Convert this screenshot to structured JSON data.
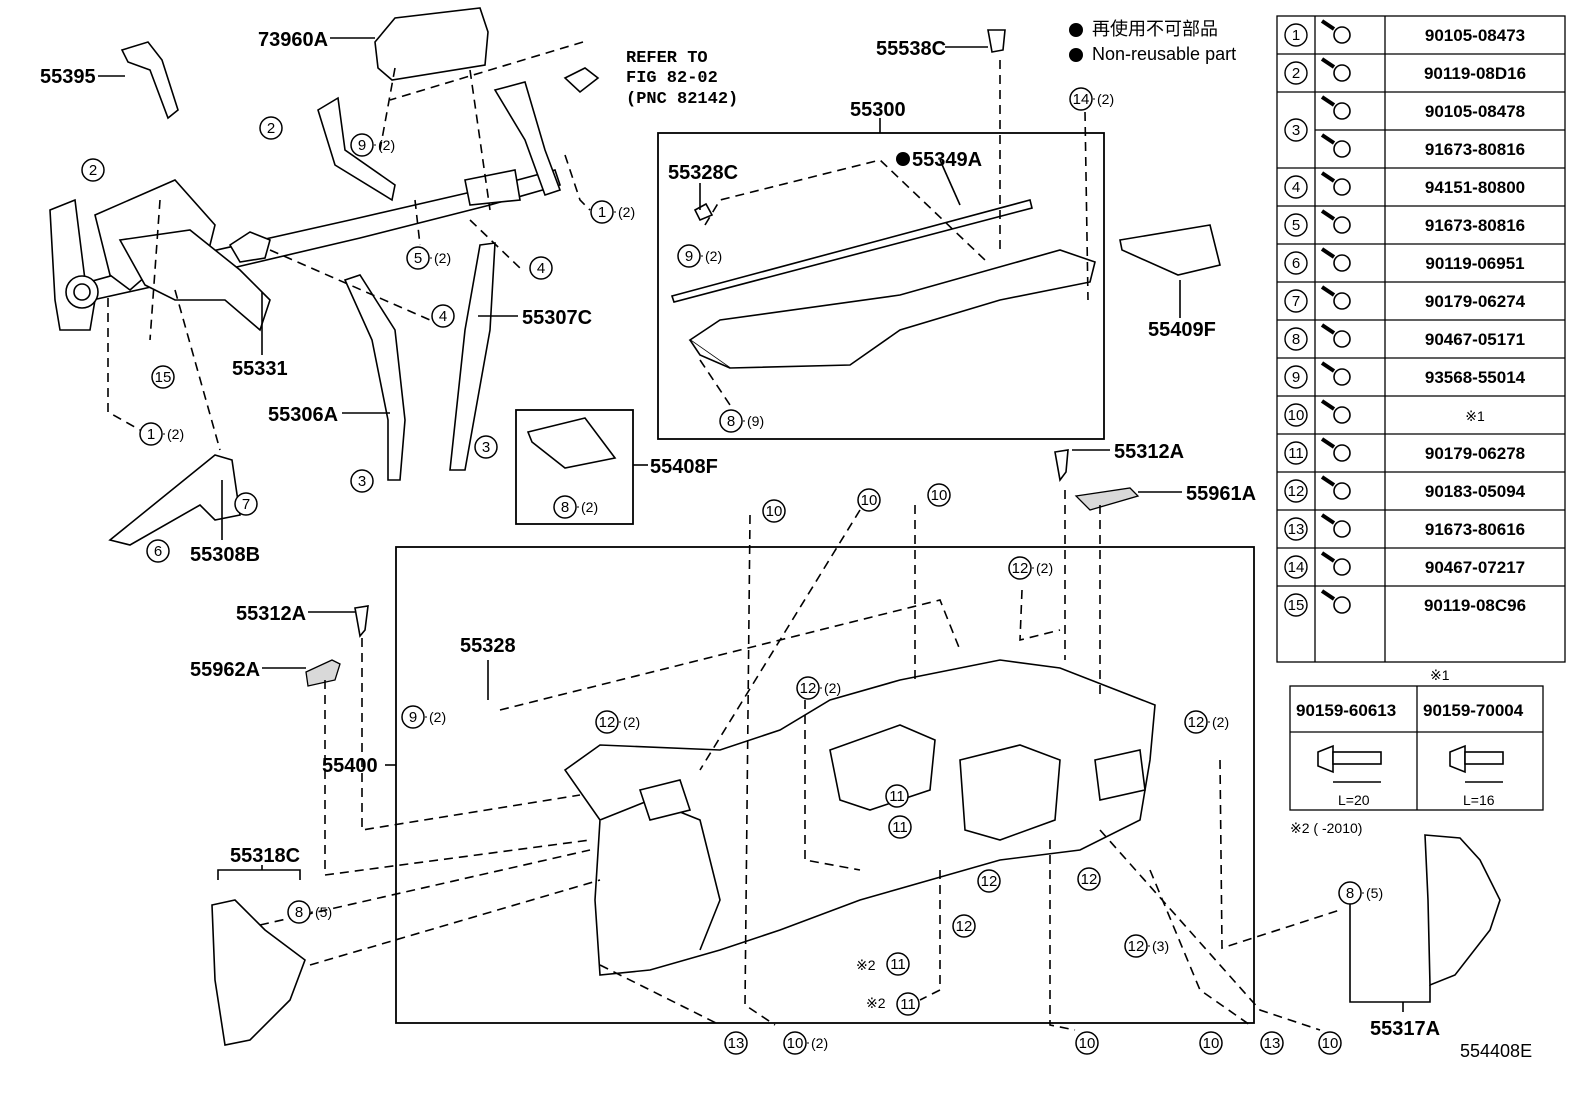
{
  "part_labels": {
    "p55395": "55395",
    "p73960A": "73960A",
    "p55538C": "55538C",
    "p55300": "55300",
    "p55328C": "55328C",
    "p55349A": "55349A",
    "p55331": "55331",
    "p55307C": "55307C",
    "p55306A": "55306A",
    "p55408F": "55408F",
    "p55409F": "55409F",
    "p55308B": "55308B",
    "p55312A_top": "55312A",
    "p55961A": "55961A",
    "p55312A_left": "55312A",
    "p55962A": "55962A",
    "p55328": "55328",
    "p55400": "55400",
    "p55318C": "55318C",
    "p55317A": "55317A"
  },
  "refer": {
    "line1": "REFER TO",
    "line2": "FIG 82-02",
    "line3": "(PNC 82142)"
  },
  "legend": {
    "japanese": "再使用不可部品",
    "english": "Non-reusable part"
  },
  "fastener_table": {
    "rows": [
      {
        "num": "1",
        "code": "90105-08473"
      },
      {
        "num": "2",
        "code": "90119-08D16"
      },
      {
        "num": "3",
        "code": "90105-08478"
      },
      {
        "num": "3",
        "code": "91673-80816"
      },
      {
        "num": "4",
        "code": "94151-80800"
      },
      {
        "num": "5",
        "code": "91673-80816"
      },
      {
        "num": "6",
        "code": "90119-06951"
      },
      {
        "num": "7",
        "code": "90179-06274"
      },
      {
        "num": "8",
        "code": "90467-05171"
      },
      {
        "num": "9",
        "code": "93568-55014"
      },
      {
        "num": "10",
        "code": "※1"
      },
      {
        "num": "11",
        "code": "90179-06278"
      },
      {
        "num": "12",
        "code": "90183-05094"
      },
      {
        "num": "13",
        "code": "91673-80616"
      },
      {
        "num": "14",
        "code": "90467-07217"
      },
      {
        "num": "15",
        "code": "90119-08C96"
      }
    ]
  },
  "note1": {
    "mark": "※1",
    "left_code": "90159-60613",
    "right_code": "90159-70004",
    "left_length": "L=20",
    "right_length": "L=16"
  },
  "note2": "※2 (      -2010)",
  "note2_marks": {
    "a": "※2",
    "b": "※2"
  },
  "callouts": {
    "c9a": {
      "num": "9",
      "qty": "(2)"
    },
    "c2a": {
      "num": "2",
      "qty": ""
    },
    "c2b": {
      "num": "2",
      "qty": ""
    },
    "c1a": {
      "num": "1",
      "qty": "(2)"
    },
    "c5a": {
      "num": "5",
      "qty": "(2)"
    },
    "c4a": {
      "num": "4",
      "qty": ""
    },
    "c4b": {
      "num": "4",
      "qty": ""
    },
    "c15a": {
      "num": "15",
      "qty": ""
    },
    "c1b": {
      "num": "1",
      "qty": "(2)"
    },
    "c3a": {
      "num": "3",
      "qty": ""
    },
    "c3b": {
      "num": "3",
      "qty": ""
    },
    "c7a": {
      "num": "7",
      "qty": ""
    },
    "c6a": {
      "num": "6",
      "qty": ""
    },
    "c8a": {
      "num": "8",
      "qty": "(2)"
    },
    "c8b": {
      "num": "8",
      "qty": "(9)"
    },
    "c9b": {
      "num": "9",
      "qty": "(2)"
    },
    "c14a": {
      "num": "14",
      "qty": "(2)"
    },
    "c10a": {
      "num": "10",
      "qty": ""
    },
    "c10b": {
      "num": "10",
      "qty": ""
    },
    "c10c": {
      "num": "10",
      "qty": ""
    },
    "c12a": {
      "num": "12",
      "qty": "(2)"
    },
    "c9c": {
      "num": "9",
      "qty": "(2)"
    },
    "c12b": {
      "num": "12",
      "qty": "(2)"
    },
    "c12c": {
      "num": "12",
      "qty": "(2)"
    },
    "c12d": {
      "num": "12",
      "qty": "(2)"
    },
    "c11a": {
      "num": "11",
      "qty": ""
    },
    "c11b": {
      "num": "11",
      "qty": ""
    },
    "c12e": {
      "num": "12",
      "qty": ""
    },
    "c12f": {
      "num": "12",
      "qty": ""
    },
    "c12g": {
      "num": "12",
      "qty": ""
    },
    "c12h": {
      "num": "12",
      "qty": "(3)"
    },
    "c11c": {
      "num": "11",
      "qty": ""
    },
    "c11d": {
      "num": "11",
      "qty": ""
    },
    "c8c": {
      "num": "8",
      "qty": "(5)"
    },
    "c8d": {
      "num": "8",
      "qty": "(5)"
    },
    "c13a": {
      "num": "13",
      "qty": ""
    },
    "c10d": {
      "num": "10",
      "qty": "(2)"
    },
    "c10e": {
      "num": "10",
      "qty": ""
    },
    "c10f": {
      "num": "10",
      "qty": ""
    },
    "c13b": {
      "num": "13",
      "qty": ""
    },
    "c10g": {
      "num": "10",
      "qty": ""
    }
  },
  "illustration_id": "554408E"
}
